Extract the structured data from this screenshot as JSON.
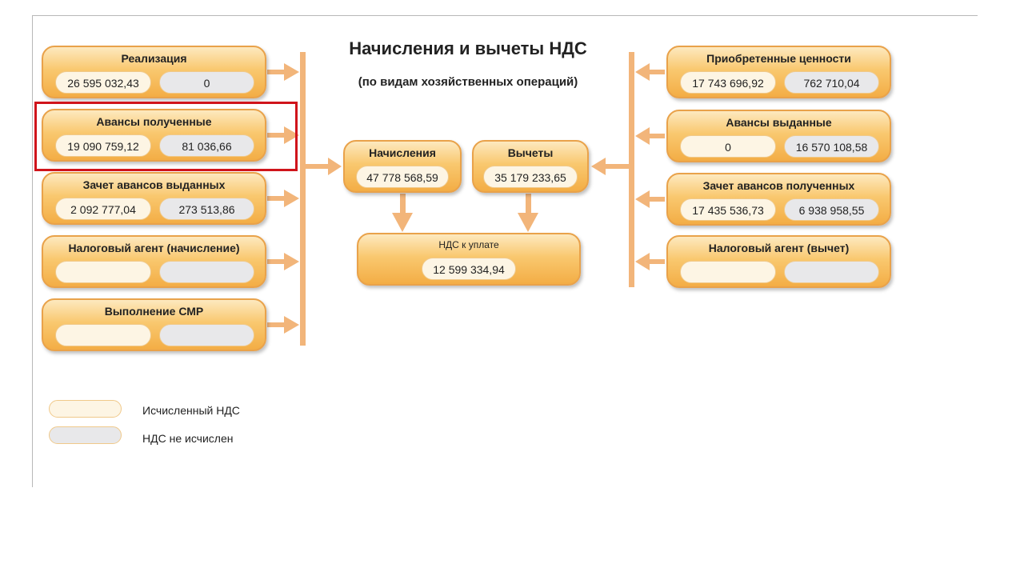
{
  "title": "Начисления и вычеты НДС",
  "subtitle": "(по видам хозяйственных операций)",
  "left_boxes": [
    {
      "title": "Реализация",
      "calc": "26 595 032,43",
      "not_calc": "0"
    },
    {
      "title": "Авансы полученные",
      "calc": "19 090 759,12",
      "not_calc": "81 036,66"
    },
    {
      "title": "Зачет авансов выданных",
      "calc": "2 092 777,04",
      "not_calc": "273 513,86"
    },
    {
      "title": "Налоговый агент (начисление)",
      "calc": "",
      "not_calc": ""
    },
    {
      "title": "Выполнение СМР",
      "calc": "",
      "not_calc": ""
    }
  ],
  "right_boxes": [
    {
      "title": "Приобретенные ценности",
      "calc": "17 743 696,92",
      "not_calc": "762 710,04"
    },
    {
      "title": "Авансы выданные",
      "calc": "0",
      "not_calc": "16 570 108,58"
    },
    {
      "title": "Зачет авансов полученных",
      "calc": "17 435 536,73",
      "not_calc": "6 938 958,55"
    },
    {
      "title": "Налоговый агент (вычет)",
      "calc": "",
      "not_calc": ""
    }
  ],
  "accruals": {
    "title": "Начисления",
    "value": "47 778 568,59"
  },
  "deductions": {
    "title": "Вычеты",
    "value": "35 179 233,65"
  },
  "payable": {
    "title": "НДС к уплате",
    "value": "12 599 334,94"
  },
  "legend": {
    "calc": "Исчисленный НДС",
    "not_calc": "НДС не исчислен"
  },
  "colors": {
    "arrow": "#f2b57a",
    "box": "#f3ad45",
    "highlight": "#d0141b"
  }
}
